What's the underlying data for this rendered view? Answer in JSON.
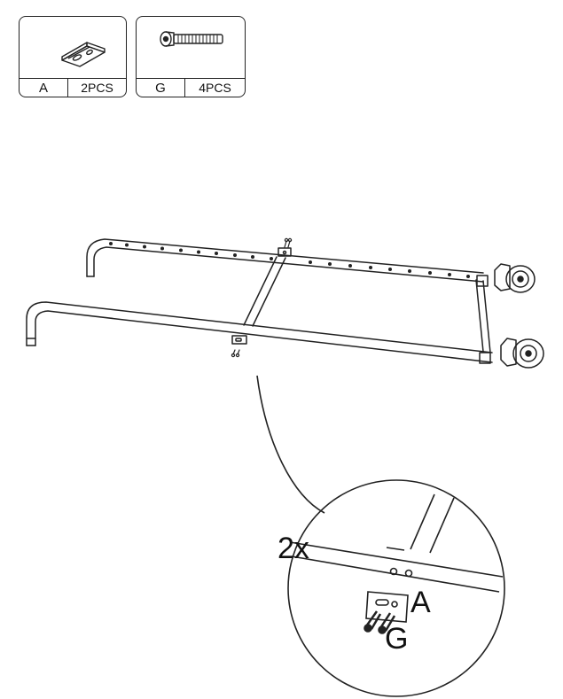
{
  "parts": [
    {
      "code": "A",
      "quantity": "2PCS",
      "icon": "bracket-plate-icon"
    },
    {
      "code": "G",
      "quantity": "4PCS",
      "icon": "bolt-icon"
    }
  ],
  "detail": {
    "multiplier": "2x",
    "label_a": "A",
    "label_g": "G"
  }
}
